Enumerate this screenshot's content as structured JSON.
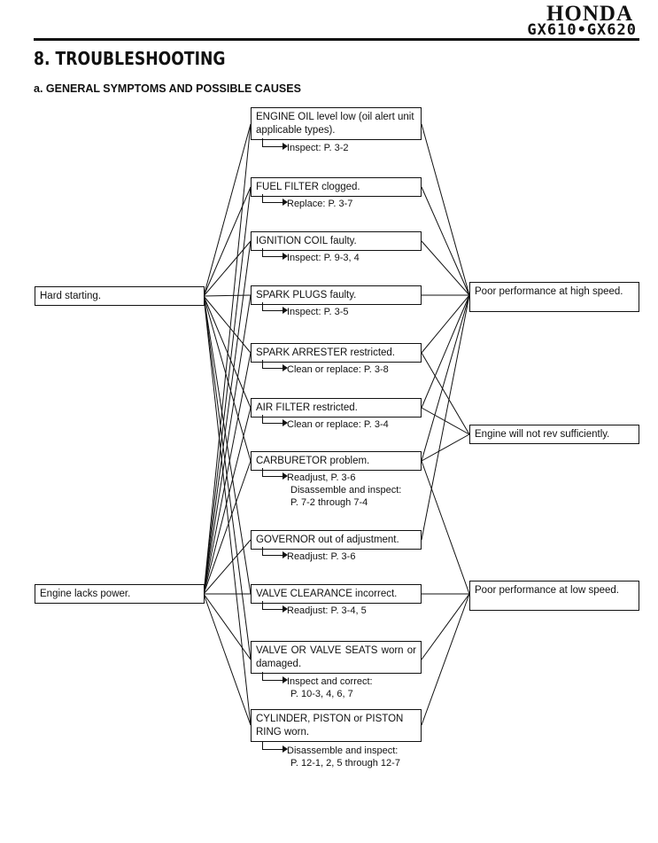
{
  "header": {
    "brand": "HONDA",
    "model": "GX610•GX620"
  },
  "section_title": "8. TROUBLESHOOTING",
  "section_subtitle": "a. GENERAL SYMPTOMS AND POSSIBLE CAUSES",
  "symptoms_left": [
    "Hard starting.",
    "Engine lacks power."
  ],
  "symptoms_right": [
    "Poor performance at high speed.",
    "Engine will not rev sufficiently.",
    "Poor performance at low speed."
  ],
  "causes": [
    {
      "label": "ENGINE OIL level low (oil alert unit applicable types).",
      "action": "Inspect: P. 3-2"
    },
    {
      "label": "FUEL FILTER clogged.",
      "action": "Replace: P. 3-7"
    },
    {
      "label": "IGNITION COIL faulty.",
      "action": "Inspect: P. 9-3, 4"
    },
    {
      "label": "SPARK PLUGS faulty.",
      "action": "Inspect: P. 3-5"
    },
    {
      "label": "SPARK ARRESTER restricted.",
      "action": "Clean or replace: P. 3-8"
    },
    {
      "label": "AIR FILTER restricted.",
      "action": "Clean or replace: P. 3-4"
    },
    {
      "label": "CARBURETOR problem.",
      "action": "Readjust, P. 3-6",
      "action_more": [
        "Disassemble and inspect:",
        "P. 7-2 through 7-4"
      ]
    },
    {
      "label": "GOVERNOR out of adjustment.",
      "action": "Readjust: P. 3-6"
    },
    {
      "label": "VALVE CLEARANCE incorrect.",
      "action": "Readjust: P. 3-4, 5"
    },
    {
      "label": "VALVE OR VALVE SEATS worn or damaged.",
      "action": "Inspect and correct:",
      "action_more": [
        "P. 10-3, 4, 6, 7"
      ]
    },
    {
      "label": "CYLINDER, PISTON or PISTON RING worn.",
      "action": "Disassemble and inspect:",
      "action_more": [
        "P. 12-1, 2, 5 through 12-7"
      ]
    }
  ]
}
